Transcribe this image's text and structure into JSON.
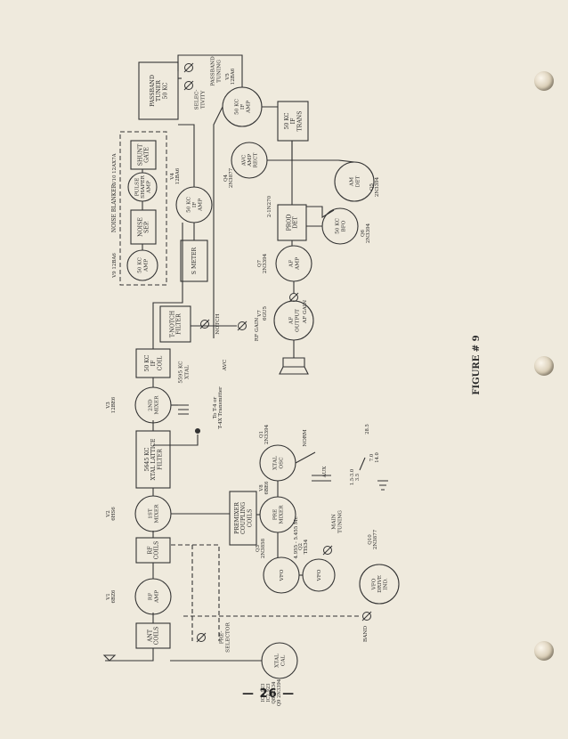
{
  "page_number": "— 26 —",
  "figure_label": "FIGURE  # 9",
  "blocks": {
    "passband_tuner": [
      "PASSBAND",
      "TUNER",
      "50 KC"
    ],
    "selectivity": [
      "SELEC-",
      "TIVITY"
    ],
    "passband_tuning": [
      "PASSBAND",
      "TUNING"
    ],
    "shunt_gate": [
      "SHUNT",
      "GATE"
    ],
    "pulse_amp": [
      "PULSE",
      "SHAPER",
      "AMP"
    ],
    "noise_sep": [
      "NOISE",
      "SEP."
    ],
    "kc50_amp_v9": [
      "50 KC",
      "AMP"
    ],
    "noise_blanker": "NOISE BLANKER",
    "v10": "V10  12AX7A",
    "v9": "V9  12BA6",
    "kc50_if_amp_v4": [
      "50 KC",
      "IF",
      "AMP"
    ],
    "v4": [
      "V4",
      "12BA6"
    ],
    "s_meter": "S METER",
    "t_notch": [
      "T-NOTCH",
      "FILTER"
    ],
    "notch": "NOTCH",
    "if_coil": [
      "50 KC",
      "IF",
      "COIL"
    ],
    "v5_amp": [
      "50 KC",
      "IF",
      "AMP"
    ],
    "v5": [
      "V5",
      "12BA6"
    ],
    "if_trans": [
      "50 KC",
      "IF",
      "TRANS"
    ],
    "avc_amp": [
      "AVC",
      "AMP",
      "RECT"
    ],
    "q4": [
      "Q4",
      "2N3877"
    ],
    "am_det": [
      "AM",
      "DET"
    ],
    "prod_det": [
      "PROD",
      "DET"
    ],
    "q6_2n270": "2-1N270",
    "q5": [
      "Q5",
      "2N3394"
    ],
    "bfo": [
      "50 KC",
      "BFO"
    ],
    "q6": [
      "Q6",
      "2N3394"
    ],
    "af_amp": [
      "AF",
      "AMP"
    ],
    "q7": [
      "Q7",
      "2N3394"
    ],
    "af_gain": "AF GAIN",
    "af_output": [
      "AF",
      "OUTPUT"
    ],
    "v7": [
      "V7",
      "6GU5"
    ],
    "rf_gain": "RF GAIN",
    "avc": "AVC",
    "xtal": [
      "5595 KC",
      "XTAL"
    ],
    "mixer2": [
      "2ND",
      "MIXER"
    ],
    "v3": [
      "V3",
      "12BE6"
    ],
    "to_transmitter": [
      "To T-4 or",
      "T-4X Transmitter"
    ],
    "lattice": [
      "5645 KC",
      "XTAL LATTICE",
      "FILTER"
    ],
    "mixer1": [
      "1ST",
      "MIXER"
    ],
    "v2": [
      "V2",
      "6HS6"
    ],
    "rf_coils": [
      "RF",
      "COILS"
    ],
    "rf_amp": [
      "RF",
      "AMP"
    ],
    "v1": [
      "V1",
      "6BZ6"
    ],
    "ant_coils": [
      "ANT",
      "COILS"
    ],
    "preselector": [
      "PRE-",
      "SELECTOR"
    ],
    "premixer_coils": [
      "PREMIXER",
      "COUPLING",
      "COILS"
    ],
    "pre_mixer": [
      "PRE",
      "MIXER"
    ],
    "v8": [
      "V8",
      "6BE6"
    ],
    "xtal_osc": [
      "XTAL",
      "OSC"
    ],
    "q1": [
      "Q1",
      "2N3394"
    ],
    "norm": "NORM",
    "aux": "AUX",
    "vfo_q3": "VFO",
    "q3": [
      "Q3",
      "2N3858"
    ],
    "vfo_q2": "VFO",
    "q2": [
      "Q2",
      "TIS34"
    ],
    "vfo_range": "4.955 - 5.455 Mc",
    "main_tuning": [
      "MAIN",
      "TUNING"
    ],
    "vfo_drive": [
      "VFO",
      "DRIVE",
      "IND."
    ],
    "q10": [
      "Q10",
      "2N3877"
    ],
    "band_positions": [
      "1.5-3.0",
      "3.5",
      "7.0",
      "7.0",
      "14.0",
      "28.5"
    ],
    "band": "BAND",
    "xtal_cal": [
      "XTAL",
      "CAL"
    ],
    "cal_parts": [
      "IC1  923",
      "IC2  923",
      "Q8  TIS34",
      "Q9  2N3394"
    ]
  }
}
